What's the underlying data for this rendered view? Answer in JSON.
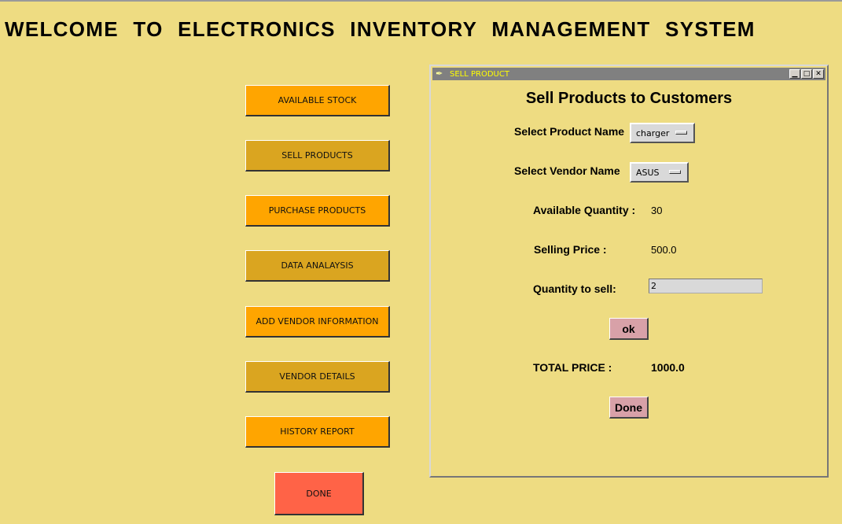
{
  "main": {
    "title": "WELCOME TO ELECTRONICS  INVENTORY MANAGEMENT SYSTEM",
    "buttons": [
      {
        "label": "AVAILABLE STOCK"
      },
      {
        "label": "SELL PRODUCTS"
      },
      {
        "label": "PURCHASE PRODUCTS"
      },
      {
        "label": "DATA ANALAYSIS"
      },
      {
        "label": "ADD VENDOR INFORMATION"
      },
      {
        "label": "VENDOR DETAILS"
      },
      {
        "label": "HISTORY REPORT"
      }
    ],
    "done_label": "DONE"
  },
  "dialog": {
    "window_title": "SELL PRODUCT",
    "heading": "Sell Products to Customers",
    "product_label": "Select Product Name",
    "product_value": "charger",
    "vendor_label": "Select Vendor Name",
    "vendor_value": "ASUS",
    "available_label": "Available Quantity :",
    "available_value": "30",
    "price_label": "Selling Price :",
    "price_value": "500.0",
    "qty_label": "Quantity to sell:",
    "qty_value": "2",
    "ok_label": "ok",
    "total_label": "TOTAL PRICE :",
    "total_value": "1000.0",
    "done_label": "Done"
  },
  "colors": {
    "background": "#EEDC82",
    "button_orange": "#FFA500",
    "button_gold": "#DAA520",
    "done_red": "#FF6347",
    "dialog_buttons": "#D8A1A8"
  }
}
